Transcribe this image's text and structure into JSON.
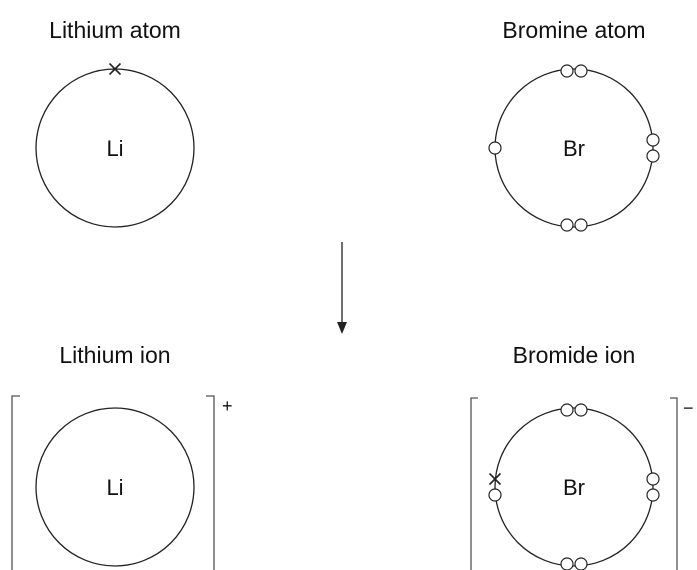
{
  "top_left": {
    "title": "Lithium atom",
    "symbol": "Li"
  },
  "top_right": {
    "title": "Bromine atom",
    "symbol": "Br"
  },
  "bottom_left": {
    "title": "Lithium ion",
    "symbol": "Li",
    "charge": "+"
  },
  "bottom_right": {
    "title": "Bromide ion",
    "symbol": "Br",
    "charge": "−"
  },
  "colors": {
    "line": "#222222",
    "text": "#111111",
    "background": "#ffffff"
  }
}
